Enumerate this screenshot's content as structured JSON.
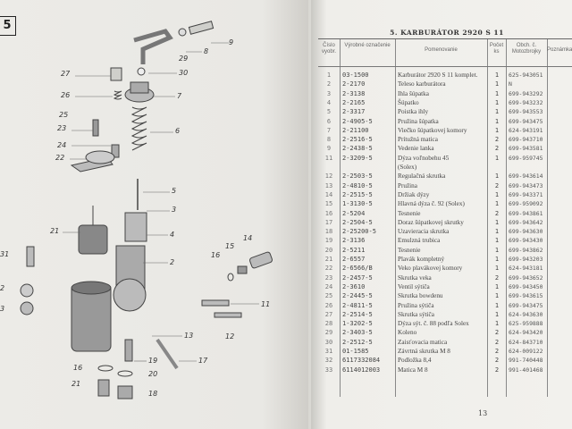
{
  "figure_number": "5",
  "diagram": {
    "labels": [
      "9",
      "8",
      "29",
      "27",
      "30",
      "7",
      "26",
      "6",
      "25",
      "23",
      "24",
      "22",
      "5",
      "3",
      "21",
      "4",
      "31",
      "2",
      "14",
      "15",
      "16",
      "11",
      "2",
      "3",
      "13",
      "12",
      "19",
      "17",
      "16",
      "20",
      "21",
      "18"
    ]
  },
  "table": {
    "title": "5. KARBURÁTOR 2920 S 11",
    "headers": [
      "Číslo vyobr.",
      "Výrobné označenie",
      "Pomenovanie",
      "Počet ks",
      "Obch. č. Motozbrojky",
      "Poznámka"
    ],
    "rows": [
      {
        "num": "1",
        "code": "03-1500",
        "name": "Karburátor 2920 S 11 komplet.",
        "qty": "1",
        "order": "625-943051"
      },
      {
        "num": "2",
        "code": "2-2170",
        "name": "Teleso karburátora",
        "qty": "1",
        "order": "N"
      },
      {
        "num": "3",
        "code": "2-3138",
        "name": "Ihla šúpatka",
        "qty": "1",
        "order": "699-943292"
      },
      {
        "num": "4",
        "code": "2-2165",
        "name": "Šúpatko",
        "qty": "1",
        "order": "699-943232"
      },
      {
        "num": "5",
        "code": "2-3317",
        "name": "Poistka ihly",
        "qty": "1",
        "order": "699-943553"
      },
      {
        "num": "6",
        "code": "2-4905-5",
        "name": "Pružina šúpatka",
        "qty": "1",
        "order": "699-943475"
      },
      {
        "num": "7",
        "code": "2-21100",
        "name": "Viečko šúpatkovej komory",
        "qty": "1",
        "order": "624-943191"
      },
      {
        "num": "8",
        "code": "2-2516-5",
        "name": "Prítužná matica",
        "qty": "2",
        "order": "699-943710"
      },
      {
        "num": "9",
        "code": "2-2438-5",
        "name": "Vedenie lanka",
        "qty": "2",
        "order": "699-943581"
      },
      {
        "num": "11",
        "code": "2-3209-5",
        "name": "Dýza voľnobehu 45",
        "name2": "(Solex)",
        "qty": "1",
        "order": "699-959745"
      },
      {
        "num": "12",
        "code": "2-2503-5",
        "name": "Regulačná skrutka",
        "qty": "1",
        "order": "699-943614"
      },
      {
        "num": "13",
        "code": "2-4810-5",
        "name": "Pružina",
        "qty": "2",
        "order": "699-943473"
      },
      {
        "num": "14",
        "code": "2-2515-5",
        "name": "Držiak dýzy",
        "qty": "1",
        "order": "699-943371"
      },
      {
        "num": "15",
        "code": "1-3130-5",
        "name": "Hlavná dýza č. 92 (Solex)",
        "qty": "1",
        "order": "699-959092"
      },
      {
        "num": "16",
        "code": "2-5204",
        "name": "Tesnenie",
        "qty": "2",
        "order": "699-943861"
      },
      {
        "num": "17",
        "code": "2-2504-5",
        "name": "Doraz šúpatkovej skrutky",
        "qty": "1",
        "order": "699-943642"
      },
      {
        "num": "18",
        "code": "2-25200-5",
        "name": "Uzavieracia skrutka",
        "qty": "1",
        "order": "699-943630"
      },
      {
        "num": "19",
        "code": "2-3136",
        "name": "Emulzná trubica",
        "qty": "1",
        "order": "699-943430"
      },
      {
        "num": "20",
        "code": "2-5211",
        "name": "Tesnenie",
        "qty": "1",
        "order": "699-943862"
      },
      {
        "num": "21",
        "code": "2-6557",
        "name": "Plavák kompletný",
        "qty": "1",
        "order": "699-943203"
      },
      {
        "num": "22",
        "code": "2-6566/B",
        "name": "Veko plavákovej komory",
        "qty": "1",
        "order": "624-943181"
      },
      {
        "num": "23",
        "code": "2-2457-5",
        "name": "Skrutka veka",
        "qty": "2",
        "order": "699-943652"
      },
      {
        "num": "24",
        "code": "2-3610",
        "name": "Ventil sýtiča",
        "qty": "1",
        "order": "699-943450"
      },
      {
        "num": "25",
        "code": "2-2445-5",
        "name": "Skrutka bowdenu",
        "qty": "1",
        "order": "699-943615"
      },
      {
        "num": "26",
        "code": "2-4811-5",
        "name": "Pružina sýtiča",
        "qty": "1",
        "order": "699-943475"
      },
      {
        "num": "27",
        "code": "2-2514-5",
        "name": "Skrutka sýtiča",
        "qty": "1",
        "order": "624-943630"
      },
      {
        "num": "28",
        "code": "1-3202-5",
        "name": "Dýza sýt. č. 88 podľa Solex",
        "qty": "1",
        "order": "625-959888"
      },
      {
        "num": "29",
        "code": "2-3403-5",
        "name": "Koleno",
        "qty": "2",
        "order": "624-943420"
      },
      {
        "num": "30",
        "code": "2-2512-5",
        "name": "Zaisťovacia matica",
        "qty": "2",
        "order": "624-843710"
      },
      {
        "num": "31",
        "code": "01-1585",
        "name": "Závrtná skrutka M 8",
        "qty": "2",
        "order": "624-009122"
      },
      {
        "num": "32",
        "code": "6117332084",
        "name": "Podložka 8,4",
        "qty": "2",
        "order": "991-740448"
      },
      {
        "num": "33",
        "code": "6114012003",
        "name": "Matica M 8",
        "qty": "2",
        "order": "991-401468"
      }
    ]
  },
  "page_number": "13"
}
